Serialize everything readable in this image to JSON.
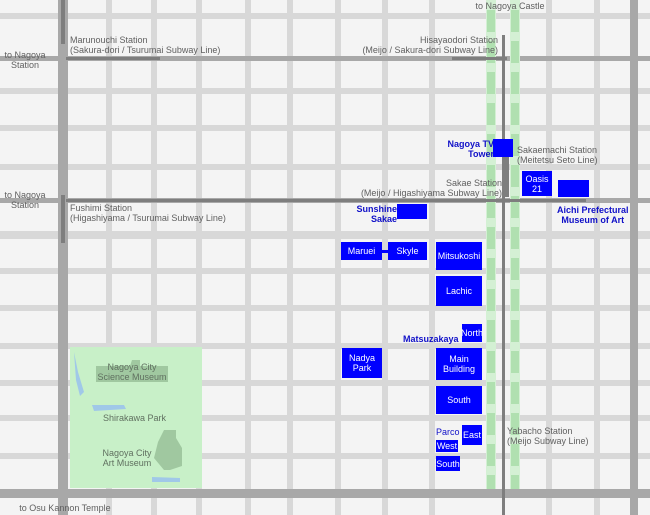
{
  "colors": {
    "background": "#f4f4f4",
    "street": "#d8d8d8",
    "main_road": "#a8a8a8",
    "subway_line": "#7e7e7e",
    "park": "#c8f0c8",
    "water": "#a0c8e8",
    "building": "#0000ff",
    "building_text": "#ffffff",
    "blue_label": "#1010c8",
    "station_text": "#606060",
    "green_strip": "#b8e8b8"
  },
  "directions": {
    "north": "to Nagoya Castle",
    "south": "to Osu Kannon Temple",
    "west_upper_line1": "to Nagoya",
    "west_upper_line2": "Station",
    "west_lower_line1": "to Nagoya",
    "west_lower_line2": "Station"
  },
  "stations": {
    "marunouchi": {
      "name": "Marunouchi Station",
      "lines": "(Sakura-dori / Tsurumai Subway Line)"
    },
    "hisayaodori": {
      "name": "Hisayaodori Station",
      "lines": "(Meijo / Sakura-dori Subway Line)"
    },
    "sakaemachi": {
      "name": "Sakaemachi Station",
      "lines": "(Meitetsu Seto Line)"
    },
    "sakae": {
      "name": "Sakae Station",
      "lines": "(Meijo / Higashiyama Subway Line)"
    },
    "fushimi": {
      "name": "Fushimi Station",
      "lines": "(Higashiyama / Tsurumai Subway Line)"
    },
    "yabacho": {
      "name": "Yabacho Station",
      "lines": "(Meijo Subway Line)"
    }
  },
  "buildings": {
    "nagoya_tv_tower": {
      "line1": "Nagoya TV",
      "line2": "Tower"
    },
    "oasis21": {
      "line1": "Oasis",
      "line2": "21"
    },
    "aichi_museum": {
      "line1": "Aichi Prefectural",
      "line2": "Museum of Art"
    },
    "sunshine_sakae": {
      "line1": "Sunshine",
      "line2": "Sakae"
    },
    "maruei": "Maruei",
    "skyle": "Skyle",
    "mitsukoshi": "Mitsukoshi",
    "lachic": "Lachic",
    "matsuzakaya": "Matsuzakaya",
    "matsuzakaya_north": "North",
    "matsuzakaya_main": {
      "line1": "Main",
      "line2": "Building"
    },
    "matsuzakaya_south": "South",
    "nadya_park": {
      "line1": "Nadya",
      "line2": "Park"
    },
    "parco": "Parco",
    "parco_east": "East",
    "parco_west": "West",
    "parco_south": "South"
  },
  "park": {
    "science_museum": {
      "line1": "Nagoya City",
      "line2": "Science Museum"
    },
    "shirakawa_park": "Shirakawa Park",
    "art_museum": {
      "line1": "Nagoya City",
      "line2": "Art Museum"
    }
  }
}
